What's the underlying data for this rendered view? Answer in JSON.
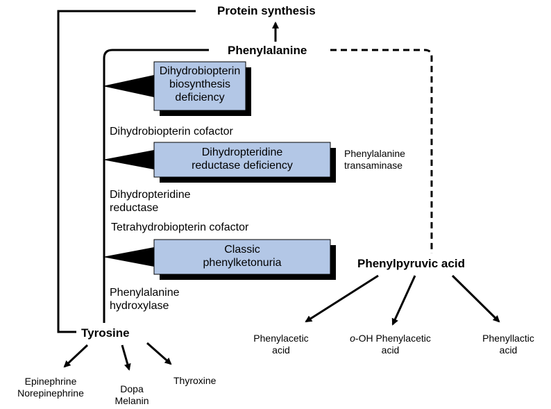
{
  "nodes": {
    "protein_synthesis": "Protein synthesis",
    "phenylalanine": "Phenylalanine",
    "tyrosine": "Tyrosine",
    "phenylpyruvic_acid": "Phenylpyruvic acid"
  },
  "blocks": [
    {
      "line1": "Dihydrobiopterin",
      "line2": "biosynthesis",
      "line3": "deficiency"
    },
    {
      "line1": "Dihydropteridine",
      "line2": "reductase deficiency"
    },
    {
      "line1": "Classic",
      "line2": "phenylketonuria"
    }
  ],
  "cofactors": {
    "dihydrobiopterin": "Dihydrobiopterin cofactor",
    "reductase_line1": "Dihydropteridine",
    "reductase_line2": "reductase",
    "tetrahydrobiopterin": "Tetrahydrobiopterin cofactor",
    "hydroxylase_line1": "Phenylalanine",
    "hydroxylase_line2": "hydroxylase"
  },
  "transaminase": {
    "line1": "Phenylalanine",
    "line2": "transaminase"
  },
  "tyrosine_products": {
    "epinephrine": "Epinephrine",
    "norepinephrine": "Norepinephrine",
    "dopa": "Dopa",
    "melanin": "Melanin",
    "thyroxine": "Thyroxine"
  },
  "pyruvic_products": {
    "phenylacetic_line1": "Phenylacetic",
    "phenylacetic_line2": "acid",
    "oh_prefix": "o",
    "oh_rest": "-OH Phenylacetic",
    "oh_line2": "acid",
    "phenyllactic_line1": "Phenyllactic",
    "phenyllactic_line2": "acid"
  },
  "colors": {
    "box_fill": "#b3c7e6",
    "box_shadow": "#000000",
    "line": "#000000"
  }
}
